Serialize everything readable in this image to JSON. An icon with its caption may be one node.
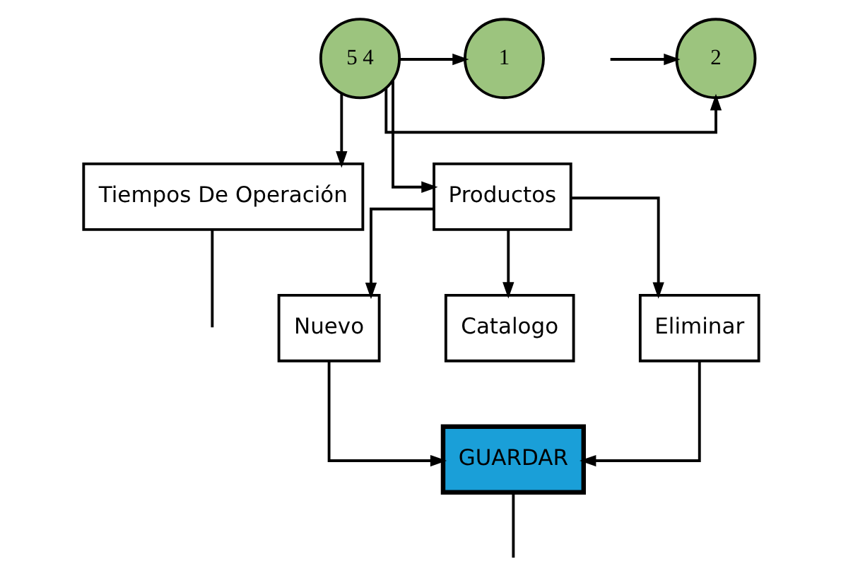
{
  "diagram": {
    "nodes": [
      {
        "text": [
          "1"
        ]
      },
      {
        "text": [
          "5 4"
        ]
      },
      {
        "text": [
          "2"
        ]
      },
      {
        "text": [
          "Tiempos De Operación"
        ]
      },
      {
        "text": [
          "Productos"
        ]
      },
      {
        "text": [
          "Nuevo"
        ]
      },
      {
        "text": [
          "Catalogo"
        ]
      },
      {
        "text": [
          "Eliminar"
        ]
      },
      {
        "text": [
          "GUARDAR"
        ]
      }
    ],
    "edges": [
      {
        "from": 1,
        "to": 0,
        "arrow": "to"
      },
      {
        "from": 1,
        "to": 2,
        "arrow": "to"
      },
      {
        "from": null,
        "to": 2,
        "arrow": "to"
      },
      {
        "from": 1,
        "to": 3,
        "arrow": "to"
      },
      {
        "from": 1,
        "to": 4,
        "arrow": "to"
      },
      {
        "from": 4,
        "to": 5,
        "arrow": "to"
      },
      {
        "from": 4,
        "to": 6,
        "arrow": "to"
      },
      {
        "from": 4,
        "to": 7,
        "arrow": "to"
      },
      {
        "from": 5,
        "to": 8,
        "arrow": "to"
      },
      {
        "from": 7,
        "to": 8,
        "arrow": "to"
      },
      {
        "from": 8,
        "to": null,
        "arrow": "none"
      },
      {
        "from": 3,
        "to": null,
        "arrow": "none"
      }
    ]
  }
}
